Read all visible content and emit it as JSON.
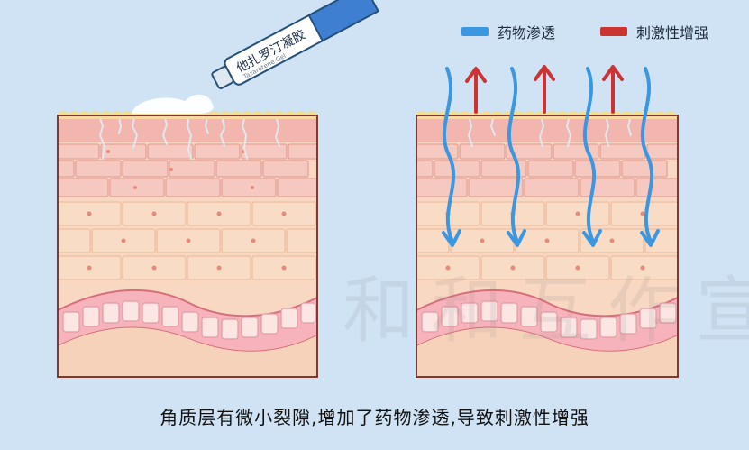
{
  "tube_label": "他扎罗汀凝胶",
  "tube_sublabel": "Tazarotene Gel",
  "legend": [
    {
      "label": "药物渗透",
      "color": "#3b97e0"
    },
    {
      "label": "刺激性增强",
      "color": "#cc3333"
    }
  ],
  "caption": "角质层有微小裂隙,增加了药物渗透,导致刺激性增强",
  "watermark": "和和互作宣",
  "colors": {
    "background": "#cfe3f5",
    "stratum": "#f3bfb7",
    "brick_upper": "#f7cdc4",
    "brick_lower": "#f8d8c2",
    "cell": "#f6b6bd",
    "dermis": "#f7d3bc",
    "crust": "#f3e08a"
  }
}
